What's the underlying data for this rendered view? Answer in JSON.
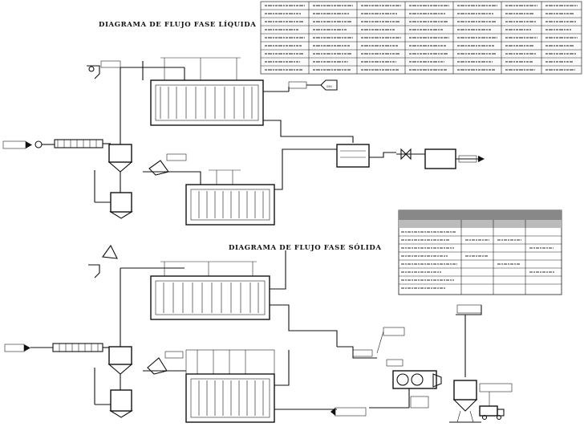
{
  "diagram": {
    "title_liquid": "DIAGRAMA DE FLUJO FASE LÍQUIDA",
    "title_solid": "DIAGRAMA DE FLUJO FASE SÓLIDA",
    "label_dbo": "DBO"
  },
  "colors": {
    "line": "#111111",
    "table_header": "#777777",
    "background": "#ffffff"
  }
}
